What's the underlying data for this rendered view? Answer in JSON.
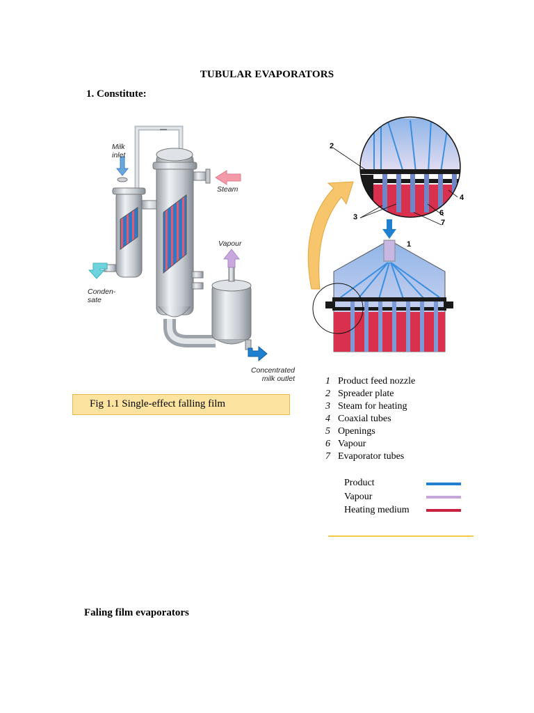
{
  "document": {
    "title": "TUBULAR EVAPORATORS",
    "section_heading": "1. Constitute:",
    "figure_caption": "Fig 1.1 Single-effect falling film",
    "subheading": "Faling film evaporators"
  },
  "left_diagram": {
    "labels": {
      "milk_inlet": [
        "Milk",
        "inlet"
      ],
      "steam": "Steam",
      "vapour": "Vapour",
      "condensate": [
        "Conden-",
        "sate"
      ],
      "outlet": [
        "Concentrated",
        "milk outlet"
      ]
    }
  },
  "right_diagram": {
    "callouts": [
      "1",
      "2",
      "3",
      "4",
      "6",
      "7"
    ]
  },
  "parts_legend": [
    {
      "num": "1",
      "label": "Product feed nozzle"
    },
    {
      "num": "2",
      "label": "Spreader plate"
    },
    {
      "num": "3",
      "label": "Steam for heating"
    },
    {
      "num": "4",
      "label": "Coaxial tubes"
    },
    {
      "num": "5",
      "label": "Openings"
    },
    {
      "num": "6",
      "label": "Vapour"
    },
    {
      "num": "7",
      "label": "Evaporator tubes"
    }
  ],
  "color_key": [
    {
      "label": "Product",
      "color": "#1f7fd1"
    },
    {
      "label": "Vapour",
      "color": "#c7a6dc"
    },
    {
      "label": "Heating medium",
      "color": "#c8203f"
    }
  ],
  "colors": {
    "caption_fill": "#fde3a0",
    "caption_border": "#e8b94a",
    "rule": "#f3c94f"
  }
}
